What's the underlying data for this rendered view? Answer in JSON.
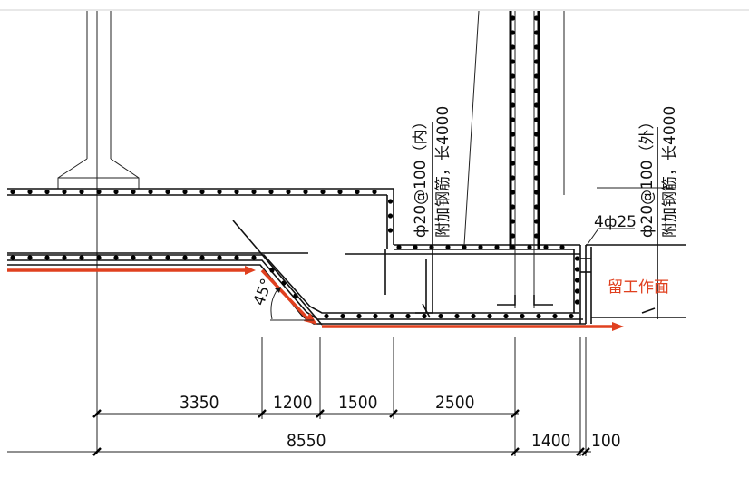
{
  "annotations": {
    "rebar_inner": "ф20@100（内）",
    "add_bar_inner": "附加钢筋，长4000",
    "rebar_outer": "ф20@100（外）",
    "add_bar_outer": "附加钢筋，长4000",
    "bars_4": "4ф25",
    "work_face": "留工作面",
    "angle": "45°"
  },
  "dimensions": {
    "d1": "3350",
    "d2": "1200",
    "d3": "1500",
    "d4": "2500",
    "total": "8550",
    "d5": "1400",
    "d6": "100"
  },
  "colors": {
    "line": "#111111",
    "highlight": "#e0401f"
  }
}
